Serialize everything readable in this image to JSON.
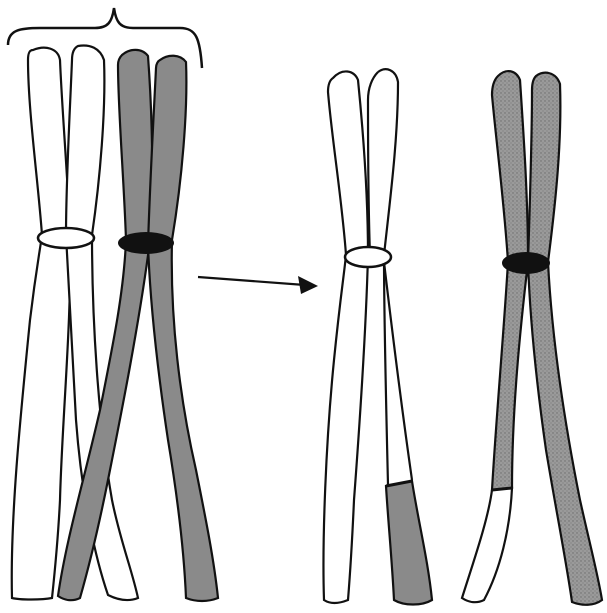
{
  "figure": {
    "before": {
      "bracket": "homologous-pair-bracket",
      "chromosomes": [
        {
          "id": "maternal-chromosome",
          "shade": "white",
          "centromere": "open"
        },
        {
          "id": "paternal-chromosome",
          "shade": "gray",
          "centromere": "filled"
        }
      ]
    },
    "transition": {
      "icon": "right-arrow-icon"
    },
    "after": {
      "chromosomes": [
        {
          "id": "recombinant-light-chromosome",
          "shade": "white",
          "exchanged_segment": "gray-tip-right-chromatid",
          "centromere": "open"
        },
        {
          "id": "recombinant-dark-chromosome",
          "shade": "gray",
          "exchanged_segment": "white-tip-left-chromatid",
          "centromere": "filled"
        }
      ]
    },
    "colors": {
      "outline": "#111111",
      "light_fill": "#ffffff",
      "dark_fill": "#8a8a8a",
      "dark_fill_dotted": "#9a9a9a",
      "centromere_dark": "#111111",
      "background": "#ffffff"
    }
  }
}
